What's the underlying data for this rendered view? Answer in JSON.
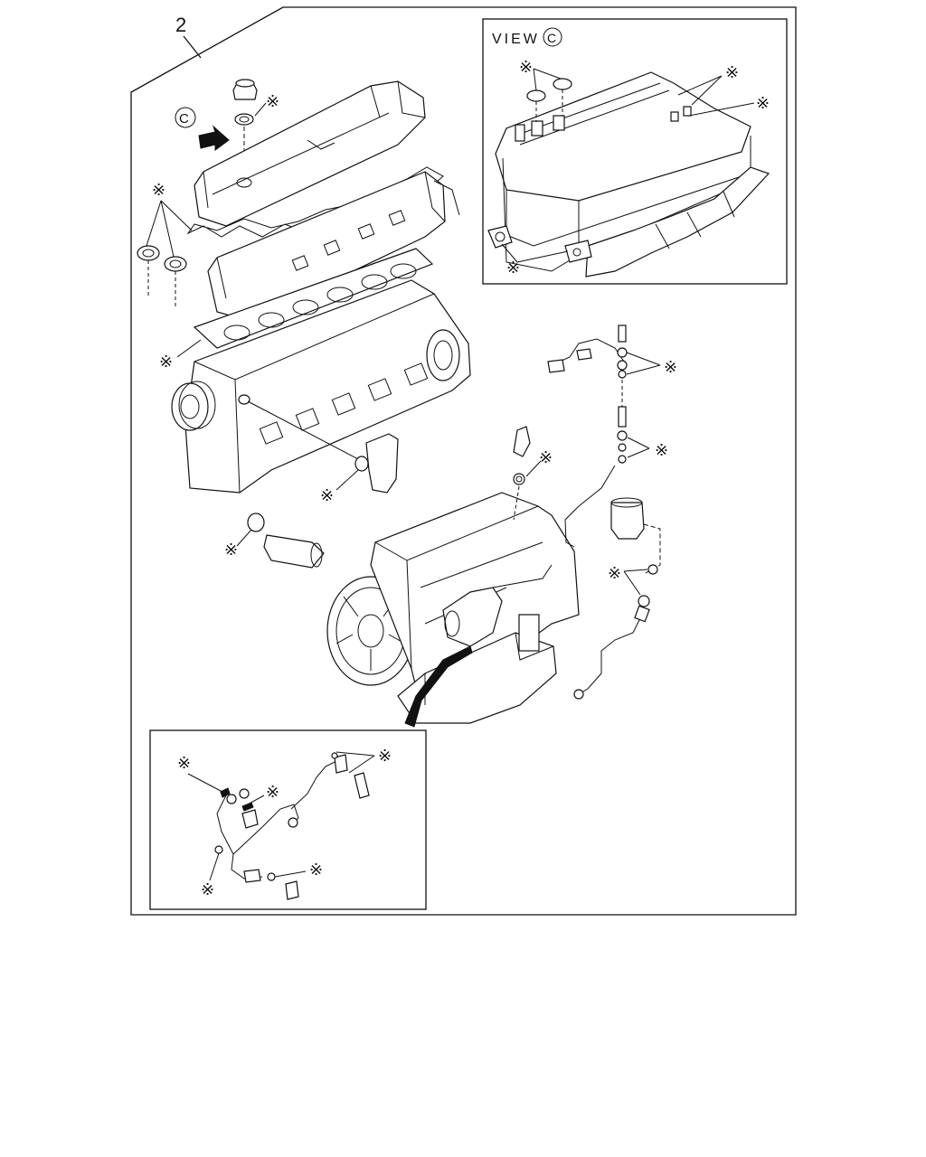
{
  "diagram": {
    "part_number": "2",
    "view_label": "VIEW",
    "view_letter": "C",
    "callout_letter": "C",
    "marker": "※"
  }
}
